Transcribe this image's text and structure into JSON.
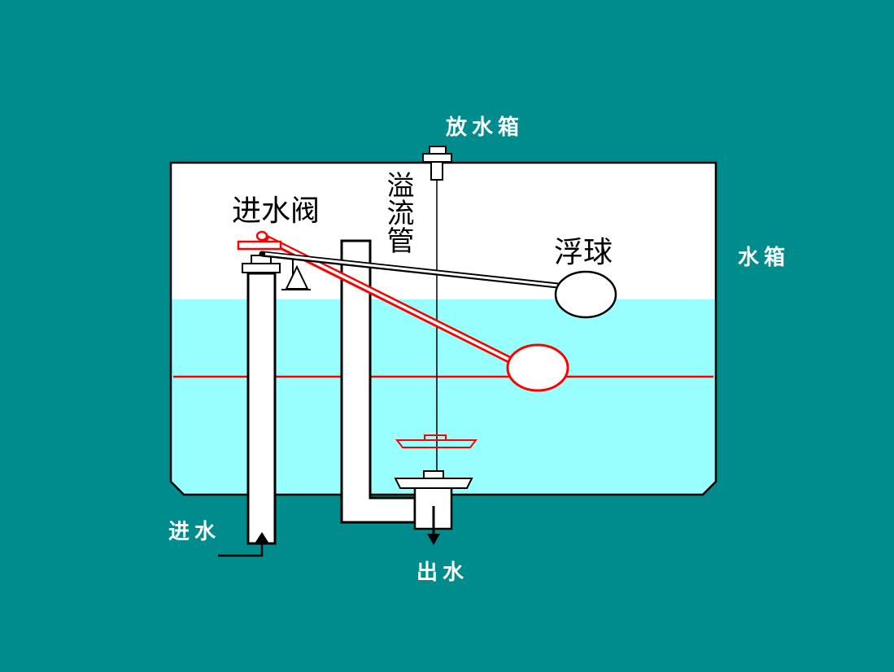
{
  "labels": {
    "drain_handle": "放水箱",
    "tank": "水箱",
    "inlet_valve": "进水阀",
    "overflow_pipe": "溢流管",
    "float_ball": "浮球",
    "water_in": "进水",
    "water_out": "出水"
  },
  "colors": {
    "background": "#008C8C",
    "tank_air": "#FFFFFF",
    "water": "#99FFFF",
    "outline": "#000000",
    "raised_position": "#FF0000",
    "label_light": "#FFFFFF",
    "label_dark": "#000000"
  }
}
